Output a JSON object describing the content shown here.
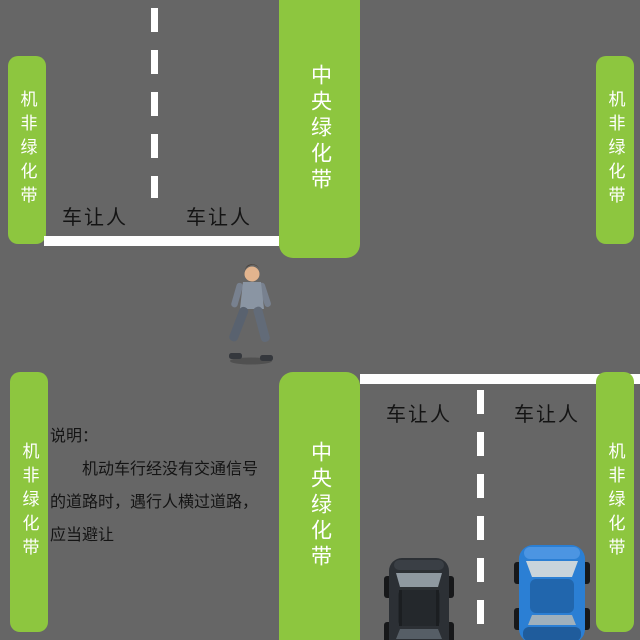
{
  "labels": {
    "side_belt": "机非绿化带",
    "central_belt": "中央绿化带",
    "yield": "车让人"
  },
  "explanation": {
    "heading": "说明：",
    "lines": [
      "机动车行经没有交通信号",
      "的道路时，遇行人横过道路，",
      "应当避让"
    ]
  },
  "icons": {
    "pedestrian": "walking-pedestrian",
    "car_dark": "dark-suv-top-view",
    "car_blue": "blue-car-top-view"
  },
  "colors": {
    "road": "#666666",
    "green_belt": "#8dc63f",
    "marking": "#ffffff",
    "text": "#141414",
    "belt_text": "#ffffff",
    "car_dark_body": "#2c3035",
    "car_blue_body": "#2b7fd4"
  }
}
